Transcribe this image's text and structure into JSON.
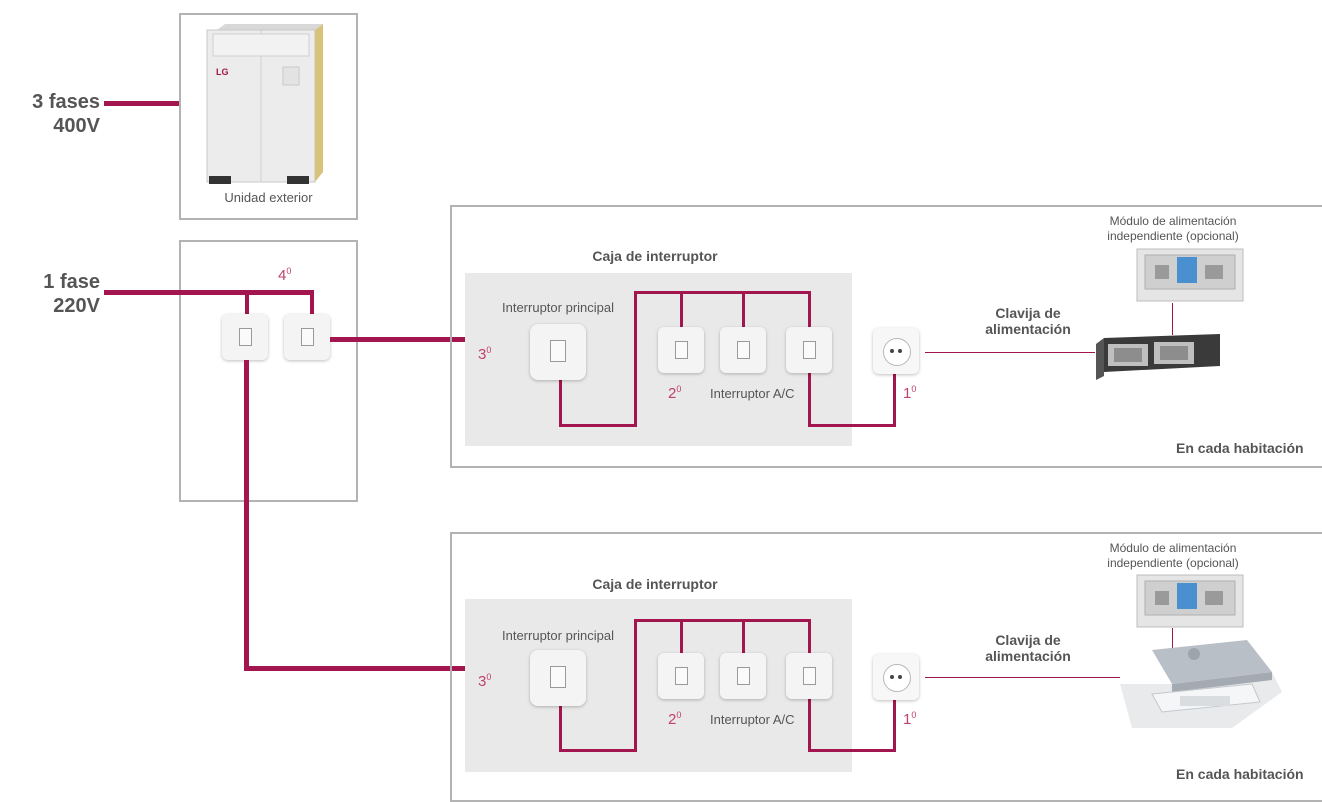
{
  "colors": {
    "wire": "#a3154e",
    "frame": "#b3b3b3",
    "panel": "#e9e9e9",
    "ordinal": "#c0416f"
  },
  "power_3phase": {
    "line1": "3 fases",
    "line2": "400V"
  },
  "power_1phase": {
    "line1": "1 fase",
    "line2": "220V"
  },
  "outdoor_unit": {
    "caption": "Unidad exterior",
    "brand": "LG"
  },
  "distribution_box": {
    "ordinal": "4",
    "ordinal_sup": "0"
  },
  "rooms": [
    {
      "box_title": "Caja de interruptor",
      "main_switch_label": "Interruptor principal",
      "main_ordinal": "3",
      "main_ordinal_sup": "0",
      "ac_ordinal": "2",
      "ac_ordinal_sup": "0",
      "ac_switch_label": "Interruptor A/C",
      "outlet_ordinal": "1",
      "outlet_ordinal_sup": "0",
      "plug_label_1": "Clavija de",
      "plug_label_2": "alimentación",
      "module_label_1": "Módulo de alimentación",
      "module_label_2": "independiente (opcional)",
      "footer": "En cada habitación",
      "indoor_unit": "ducted-unit"
    },
    {
      "box_title": "Caja de interruptor",
      "main_switch_label": "Interruptor principal",
      "main_ordinal": "3",
      "main_ordinal_sup": "0",
      "ac_ordinal": "2",
      "ac_ordinal_sup": "0",
      "ac_switch_label": "Interruptor A/C",
      "outlet_ordinal": "1",
      "outlet_ordinal_sup": "0",
      "plug_label_1": "Clavija de",
      "plug_label_2": "alimentación",
      "module_label_1": "Módulo de alimentación",
      "module_label_2": "independiente (opcional)",
      "footer": "En cada habitación",
      "indoor_unit": "cassette-unit"
    }
  ]
}
